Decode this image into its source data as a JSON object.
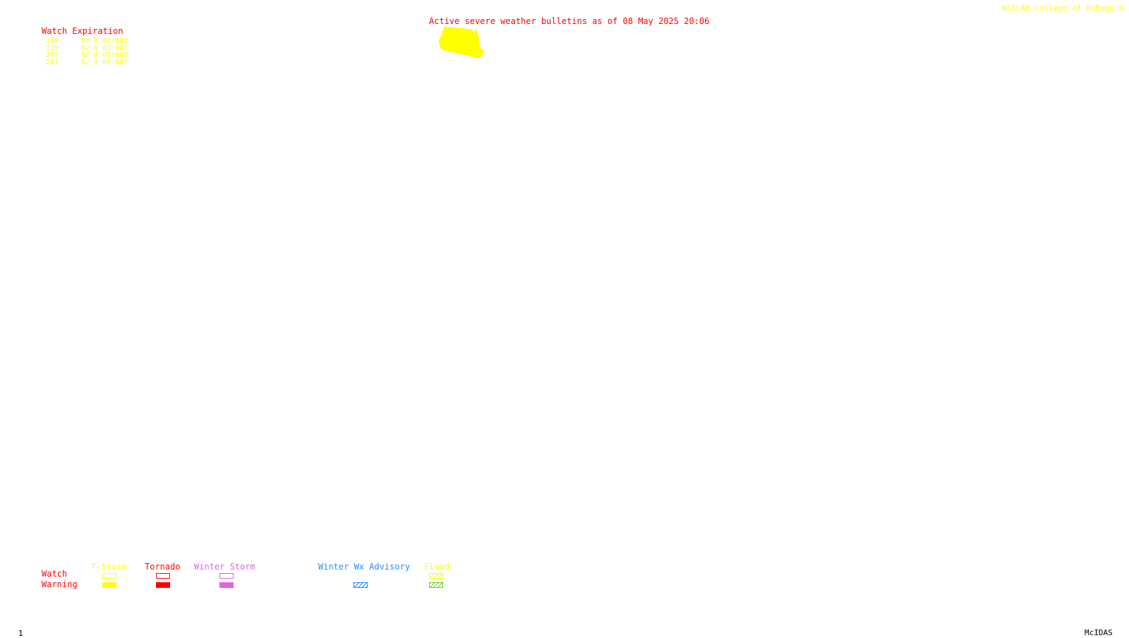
{
  "header": {
    "title": "Active severe weather bulletins as of 08 May 2025 20:06",
    "credit": "NEXLAB-College of DuPage R"
  },
  "watch_table": {
    "heading": "Watch Expiration",
    "rows": [
      {
        "number": "238",
        "expires": "5/ 9 01:00Z"
      },
      {
        "number": "239",
        "expires": "5/ 9 03:00Z"
      },
      {
        "number": "240",
        "expires": "5/ 9 03:00Z"
      },
      {
        "number": "241",
        "expires": "5/ 9 04:00Z"
      }
    ]
  },
  "legend": {
    "watch_label": "Watch",
    "warning_label": "Warning",
    "categories": [
      {
        "label": "T-Storm",
        "color": "#ffff00",
        "watch_style": "outline",
        "warning_style": "filled"
      },
      {
        "label": "Tornado",
        "color": "#ff0000",
        "watch_style": "outline",
        "warning_style": "filled"
      },
      {
        "label": "Winter Storm",
        "color": "#dd66dd",
        "watch_style": "outline",
        "warning_style": "filled"
      },
      {
        "label": "Winter Wx Advisory",
        "color": "#1e90ff",
        "watch_style": "none",
        "warning_style": "hatched"
      },
      {
        "label": "Flood",
        "color": "#ffff00",
        "hatch_color": "#66cc33",
        "watch_style": "hatched",
        "warning_style": "hatched"
      }
    ]
  },
  "colors": {
    "title": "#ff0000",
    "credit": "#ffff00",
    "watch_heading": "#ff0000",
    "watch_rows": "#ffff00",
    "watch_area": "#ffff00",
    "legend_row_labels": "#ff0000",
    "status": "#000000"
  },
  "status_bar": {
    "frame": "1",
    "app": "McIDAS"
  }
}
